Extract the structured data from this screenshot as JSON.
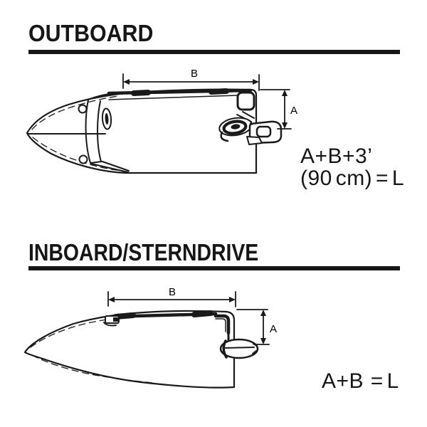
{
  "outboard": {
    "title": "OUTBOARD",
    "dim_b": "B",
    "dim_a": "A",
    "formula_line1": "A+B+3’",
    "formula_line2": "(90 cm) = L"
  },
  "inboard": {
    "title": "INBOARD/STERNDRIVE",
    "dim_b": "B",
    "dim_a": "A",
    "formula": "A+B  = L"
  }
}
